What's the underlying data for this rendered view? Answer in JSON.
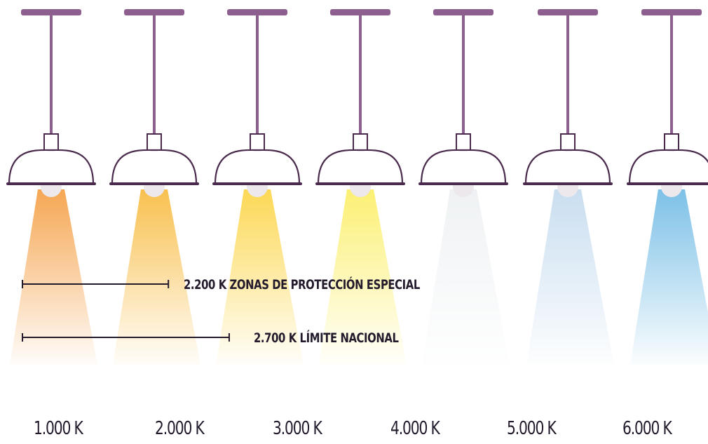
{
  "colors": {
    "cable": "#8c5f8f",
    "lamp_rim": "#4a2b4d",
    "lamp_fill": "#ffffff",
    "bulb": "#ece8ec",
    "text": "#231a2b"
  },
  "lamps": [
    {
      "beam_color": "#f5a24a"
    },
    {
      "beam_color": "#f8bd46"
    },
    {
      "beam_color": "#fcd64c"
    },
    {
      "beam_color": "#fbef6c"
    },
    {
      "beam_color": "#eef1f3"
    },
    {
      "beam_color": "#c6dcef"
    },
    {
      "beam_color": "#76bde6"
    }
  ],
  "scale_labels": [
    "1.000 K",
    "2.000 K",
    "3.000 K",
    "4.000 K",
    "5.000 K",
    "6.000 K"
  ],
  "limits": [
    {
      "label": "2.200 K ZONAS DE PROTECCIÓN ESPECIAL",
      "kelvin": 2200
    },
    {
      "label": "2.700 K LÍMITE NACIONAL",
      "kelvin": 2700
    }
  ]
}
